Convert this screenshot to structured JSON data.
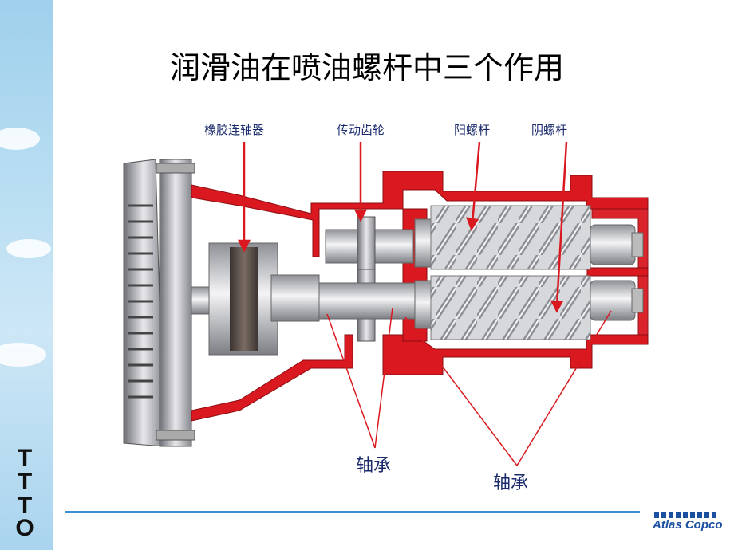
{
  "slide": {
    "title": "润滑油在喷油螺杆中三个作用",
    "labels": {
      "coupling": "橡胶连轴器",
      "gear": "传动齿轮",
      "male_rotor": "阳螺杆",
      "female_rotor": "阴螺杆"
    },
    "bearing_label_left": "轴承",
    "bearing_label_right": "轴承",
    "logo_left": [
      "T",
      "T",
      "T",
      "O"
    ],
    "logo_right": "Atlas Copco"
  },
  "colors": {
    "casing": "#d9181f",
    "accent_line": "#3f8fd0",
    "label_text": "#1a2a6c"
  }
}
